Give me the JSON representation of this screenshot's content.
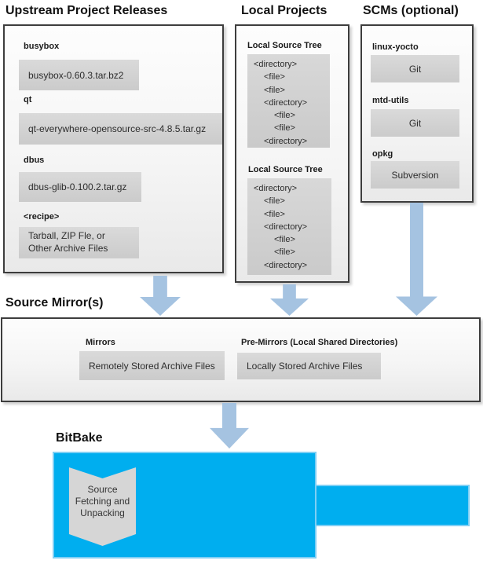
{
  "upstream": {
    "title": "Upstream Project Releases",
    "entries": [
      {
        "name": "busybox",
        "artifact": "busybox-0.60.3.tar.bz2"
      },
      {
        "name": "qt",
        "artifact": "qt-everywhere-opensource-src-4.8.5.tar.gz"
      },
      {
        "name": "dbus",
        "artifact": "dbus-glib-0.100.2.tar.gz"
      },
      {
        "name": "<recipe>",
        "artifact": "Tarball, ZIP Fle, or\nOther Archive Files"
      }
    ]
  },
  "local_projects": {
    "title": "Local Projects",
    "tree_label": "Local Source Tree",
    "tree_lines": [
      "<directory>",
      "<file>",
      "<file>",
      "<directory>",
      "<file>",
      "<file>",
      "<directory>"
    ]
  },
  "scms": {
    "title": "SCMs (optional)",
    "entries": [
      {
        "name": "linux-yocto",
        "tool": "Git"
      },
      {
        "name": "mtd-utils",
        "tool": "Git"
      },
      {
        "name": "opkg",
        "tool": "Subversion"
      }
    ]
  },
  "source_mirrors": {
    "title": "Source Mirror(s)",
    "mirrors_label": "Mirrors",
    "mirrors_value": "Remotely Stored Archive Files",
    "premirrors_label": "Pre-Mirrors (Local Shared Directories)",
    "premirrors_value": "Locally Stored Archive Files"
  },
  "bitbake": {
    "title": "BitBake",
    "process": "Source\nFetching and\nUnpacking"
  },
  "colors": {
    "bitbake_fill": "#00aeef",
    "arrow_fill": "#a5c3e1",
    "chip_fill": "#d2d2d2",
    "panel_border": "#3d3d3d"
  }
}
